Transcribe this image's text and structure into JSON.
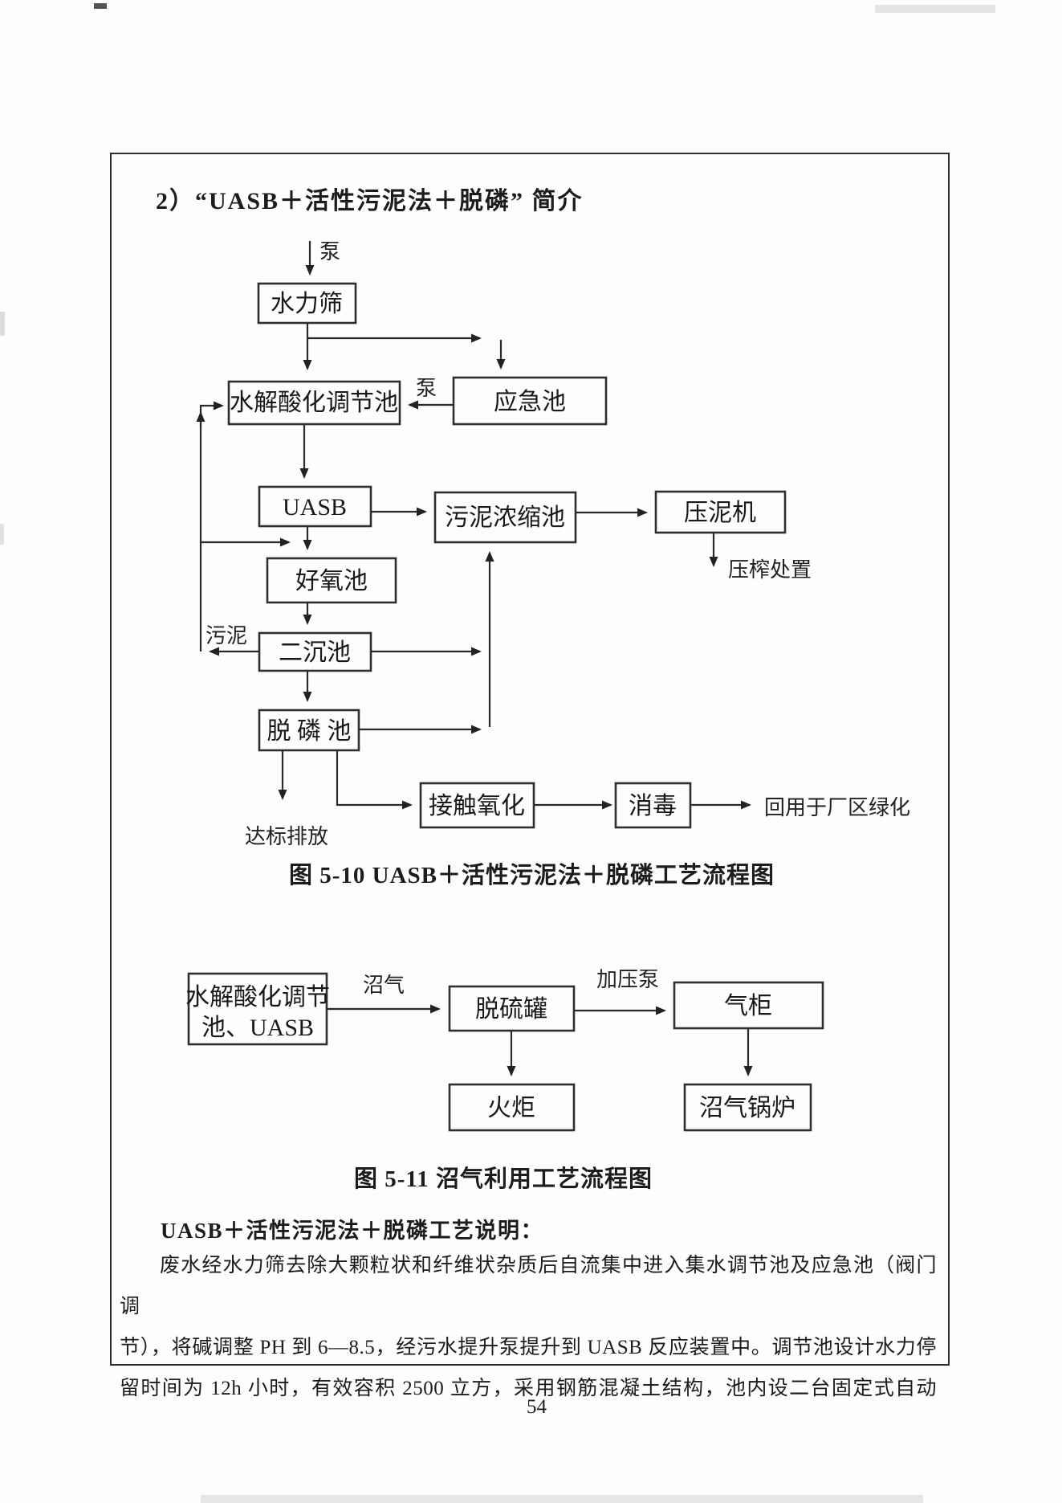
{
  "page": {
    "title": "2）“UASB＋活性污泥法＋脱磷” 简介",
    "page_number": "54"
  },
  "fig1": {
    "caption": "图 5-10   UASB＋活性污泥法＋脱磷工艺流程图",
    "nodes": {
      "hydraulic_screen": "水力筛",
      "regulating_pool": "水解酸化调节池",
      "emergency_pool": "应急池",
      "uasb": "UASB",
      "sludge_thickener": "污泥浓缩池",
      "mud_press": "压泥机",
      "aerobic_pool": "好氧池",
      "secondary_sedimentation": "二沉池",
      "dephosphorization_pool": "脱 磷 池",
      "contact_oxidation": "接触氧化",
      "disinfection": "消毒"
    },
    "labels": {
      "pump_top": "泵",
      "pump_side": "泵",
      "sludge": "污泥",
      "press_disposal": "压榨处置",
      "standard_discharge": "达标排放",
      "reuse": "回用于厂区绿化"
    }
  },
  "fig2": {
    "caption": "图 5-11   沼气利用工艺流程图",
    "nodes": {
      "source_line1": "水解酸化调节",
      "source_line2": "池、UASB",
      "desulfurization_tank": "脱硫罐",
      "gas_holder": "气柜",
      "flare": "火炬",
      "biogas_boiler": "沼气锅炉"
    },
    "labels": {
      "biogas": "沼气",
      "booster_pump": "加压泵"
    }
  },
  "section": {
    "heading": "UASB＋活性污泥法＋脱磷工艺说明：",
    "lines": [
      "废水经水力筛去除大颗粒状和纤维状杂质后自流集中进入集水调节池及应急池（阀门调",
      "节），将碱调整 PH 到 6—8.5，经污水提升泵提升到 UASB 反应装置中。调节池设计水力停",
      "留时间为 12h 小时，有效容积 2500 立方，采用钢筋混凝土结构，池内设二台固定式自动"
    ]
  }
}
